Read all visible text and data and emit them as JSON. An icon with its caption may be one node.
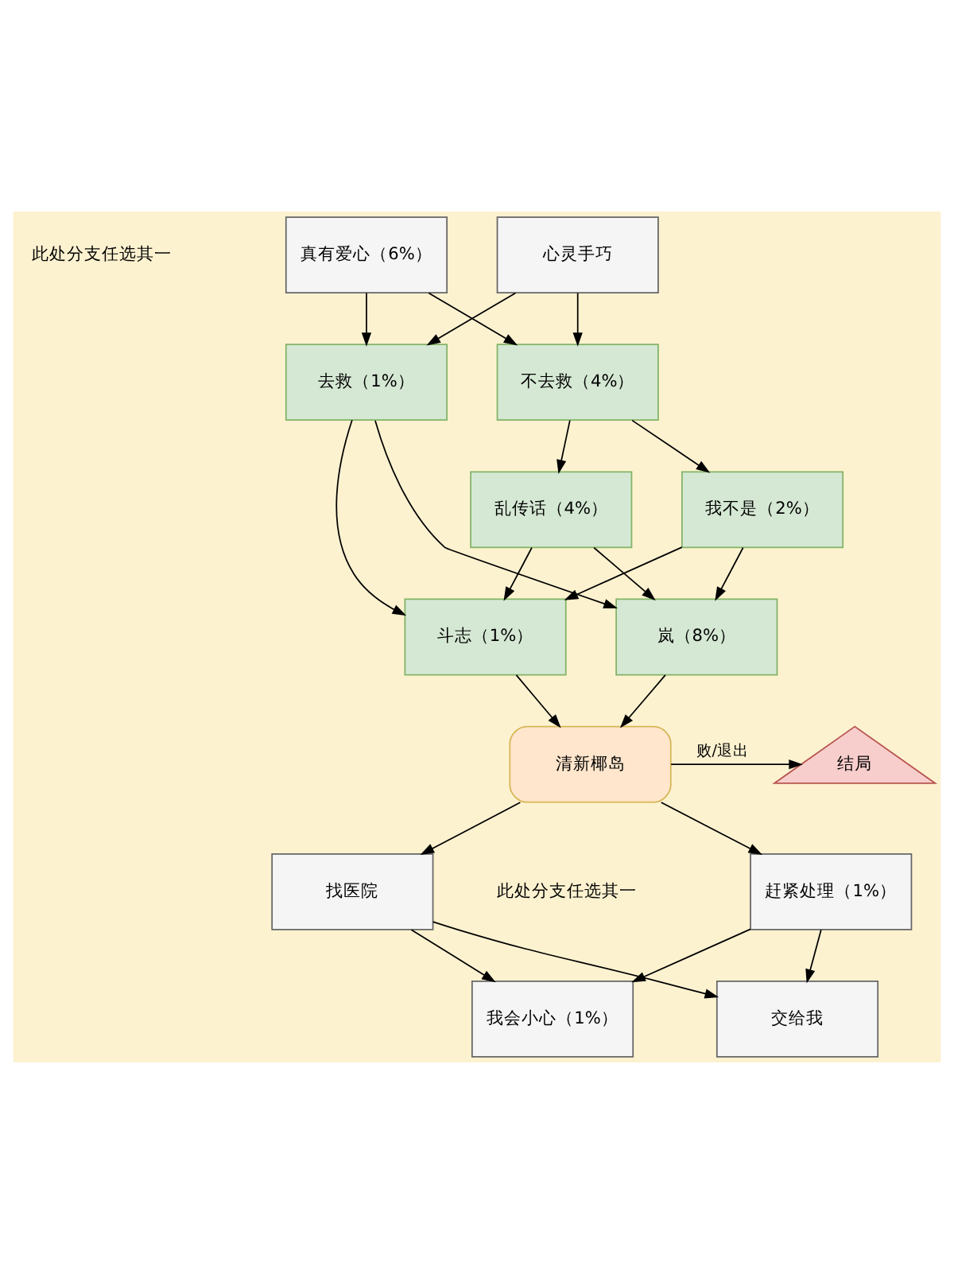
{
  "diagram": {
    "nodes": [
      {
        "text": [
          "真有爱心（6%）"
        ]
      },
      {
        "text": [
          "心灵手巧"
        ]
      },
      {
        "text": [
          "不去救（4%）"
        ]
      },
      {
        "text": [
          "去救（1%）"
        ]
      },
      {
        "text": [
          "乱传话（4%）"
        ]
      },
      {
        "text": [
          "我不是（2%）"
        ]
      },
      {
        "text": [
          "岚（8%）"
        ]
      },
      {
        "text": [
          "斗志（1%）"
        ]
      },
      {
        "text": [
          "清新椰岛"
        ]
      },
      {
        "text": [
          "结局"
        ]
      },
      {
        "text": [
          "赶紧处理（1%）"
        ]
      },
      {
        "text": [
          "找医院"
        ]
      },
      {
        "text": [
          "我会小心（1%）"
        ]
      },
      {
        "text": [
          "交给我"
        ]
      }
    ],
    "edges": [
      {
        "from": 0,
        "to": 2,
        "arrow": "to"
      },
      {
        "from": 0,
        "to": 3,
        "arrow": "to"
      },
      {
        "from": 1,
        "to": 2,
        "arrow": "to"
      },
      {
        "from": 1,
        "to": 3,
        "arrow": "to"
      },
      {
        "from": 2,
        "to": 4,
        "arrow": "to"
      },
      {
        "from": 2,
        "to": 5,
        "arrow": "to"
      },
      {
        "from": 4,
        "to": 6,
        "arrow": "to"
      },
      {
        "from": 4,
        "to": 7,
        "arrow": "to"
      },
      {
        "from": 5,
        "to": 6,
        "arrow": "to"
      },
      {
        "from": 5,
        "to": 7,
        "arrow": "to"
      },
      {
        "from": 3,
        "to": 6,
        "arrow": "to"
      },
      {
        "from": 3,
        "to": 7,
        "arrow": "to"
      },
      {
        "from": 6,
        "to": 8,
        "arrow": "to"
      },
      {
        "from": 7,
        "to": 8,
        "arrow": "to"
      },
      {
        "from": 8,
        "to": 9,
        "arrow": "to",
        "label": "败/退出"
      },
      {
        "from": 8,
        "to": 10,
        "arrow": "to"
      },
      {
        "from": 8,
        "to": 11,
        "arrow": "to"
      },
      {
        "from": 10,
        "to": 12,
        "arrow": "to"
      },
      {
        "from": 10,
        "to": 13,
        "arrow": "to"
      },
      {
        "from": 11,
        "to": 12,
        "arrow": "to"
      },
      {
        "from": 11,
        "to": 13,
        "arrow": "to"
      }
    ],
    "labels": [
      "此处分支任选其一",
      "此处分支任选其一"
    ]
  }
}
